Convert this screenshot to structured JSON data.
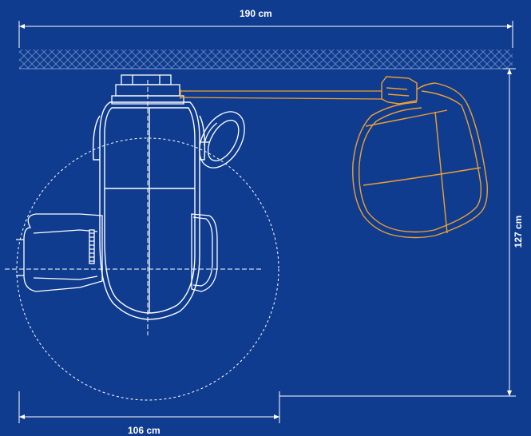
{
  "dimensions": {
    "width_label": "190 cm",
    "height_label": "127 cm",
    "reach_label": "106 cm"
  },
  "colors": {
    "background": "#0f3c8f",
    "line": "#ffffff",
    "accent": "#f0a030",
    "hatch": "#6d8cc4"
  }
}
